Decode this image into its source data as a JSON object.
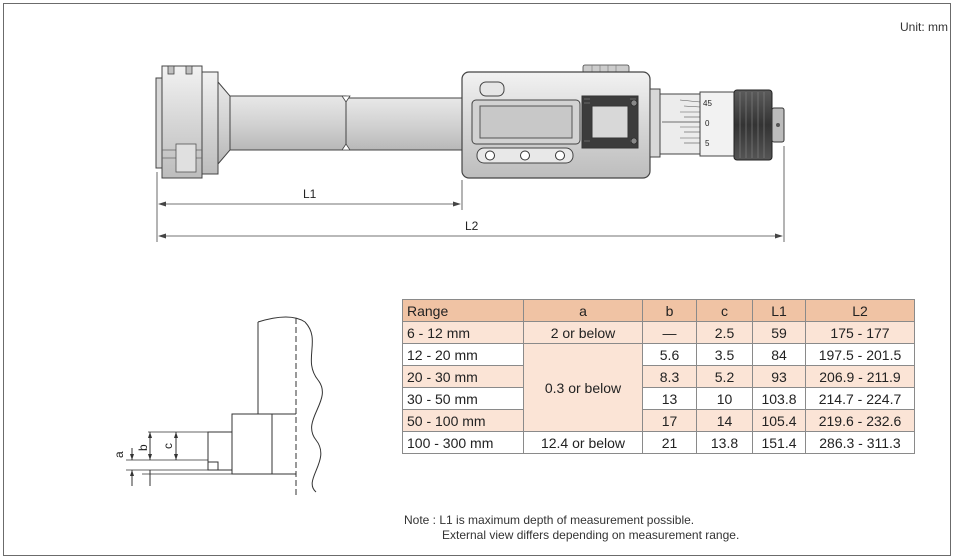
{
  "unit_label": "Unit: mm",
  "drawing": {
    "dimension_labels": {
      "l1": "L1",
      "l2": "L2"
    },
    "thimble_scale": [
      "45",
      "0",
      "5"
    ],
    "detail_labels": {
      "a": "a",
      "b": "b",
      "c": "c"
    }
  },
  "table": {
    "headers": [
      "Range",
      "a",
      "b",
      "c",
      "L1",
      "L2"
    ],
    "rows": [
      {
        "range": "6 - 12 mm",
        "a": "2 or below",
        "b": "—",
        "c": "2.5",
        "l1": "59",
        "l2": "175 - 177"
      },
      {
        "range": "12 - 20 mm",
        "a": "0.3 or below",
        "b": "5.6",
        "c": "3.5",
        "l1": "84",
        "l2": "197.5 - 201.5"
      },
      {
        "range": "20 - 30 mm",
        "b": "8.3",
        "c": "5.2",
        "l1": "93",
        "l2": "206.9 - 211.9"
      },
      {
        "range": "30 - 50 mm",
        "b": "13",
        "c": "10",
        "l1": "103.8",
        "l2": "214.7 - 224.7"
      },
      {
        "range": "50 - 100 mm",
        "b": "17",
        "c": "14",
        "l1": "105.4",
        "l2": "219.6 - 232.6"
      },
      {
        "range": "100 - 300 mm",
        "a": "12.4 or below",
        "b": "21",
        "c": "13.8",
        "l1": "151.4",
        "l2": "286.3 - 311.3"
      }
    ]
  },
  "notes": [
    "Note : L1 is maximum depth of measurement possible.",
    "External view differs depending on measurement range."
  ]
}
